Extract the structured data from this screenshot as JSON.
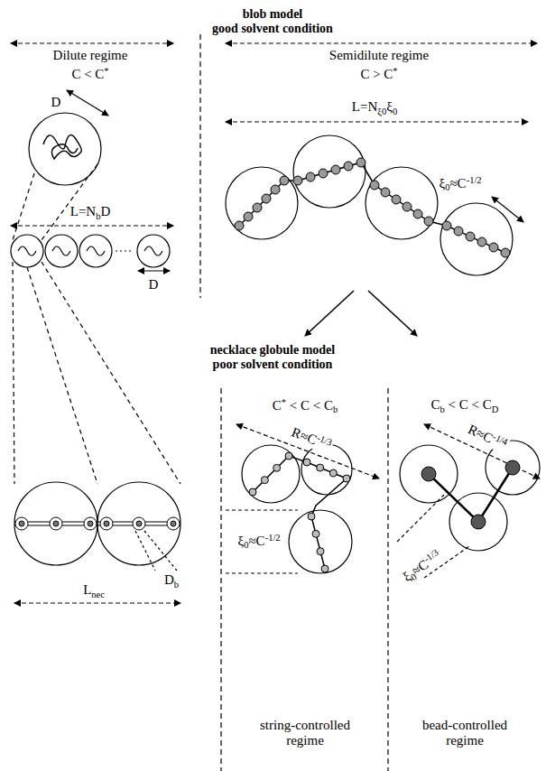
{
  "diagram": {
    "title": "blob model good solvent condition",
    "labels": [
      "Dilute regime",
      "C < C*",
      "Semidilute regime",
      "C > C*",
      "D",
      "L=NbD",
      "D",
      "L=Nξ0ξ0",
      "ξ0≈C-1/2",
      "necklace globule model poor solvent condition",
      "C* < C < Cb",
      "Cb < C < CD",
      "R≈C-1/3",
      "ξ0≈C-1/2",
      "R≈C-1/4",
      "ξ0≈C-1/3",
      "string-controlled regime",
      "bead-controlled regime",
      "Lnec",
      "Db"
    ]
  }
}
